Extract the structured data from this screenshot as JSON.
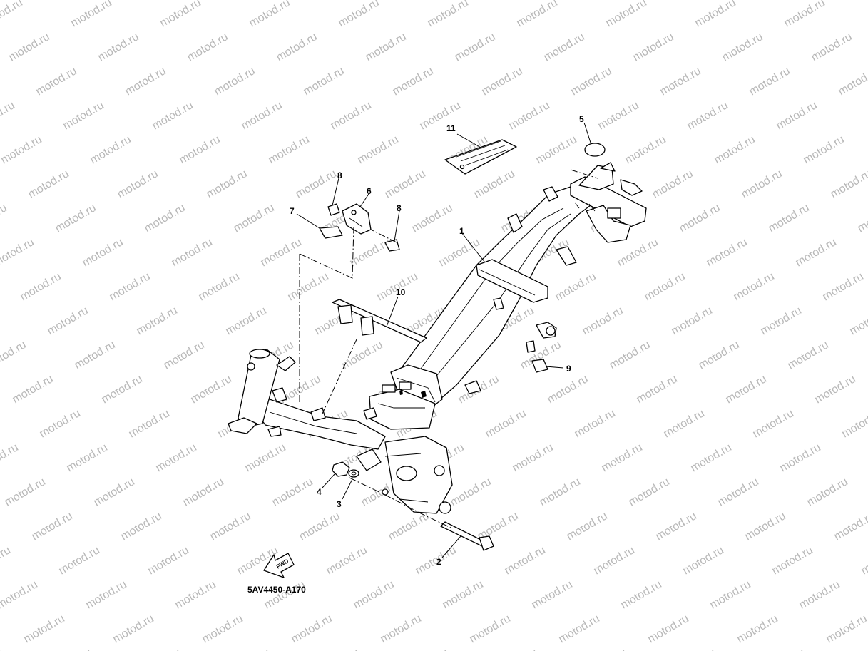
{
  "diagram": {
    "drawing_code": "5AV4450-A170",
    "fwd_label": "FWD",
    "watermark": "motod.ru",
    "callouts": {
      "p1": "1",
      "p2": "2",
      "p3": "3",
      "p4": "4",
      "p5": "5",
      "p6": "6",
      "p7": "7",
      "p8a": "8",
      "p8b": "8",
      "p9": "9",
      "p10": "10",
      "p11": "11"
    }
  }
}
